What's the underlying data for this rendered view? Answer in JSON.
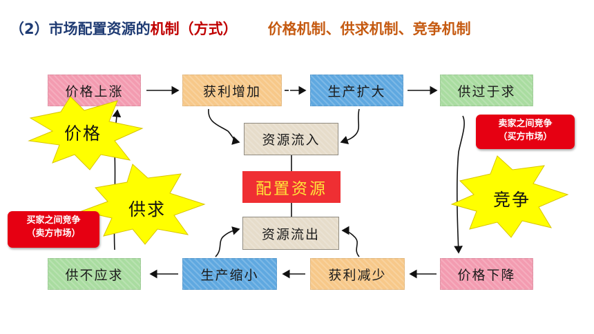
{
  "heading": {
    "main": "（2）市场配置资源的",
    "key": "机制",
    "paren": "（方式）",
    "types": "价格机制、供求机制、竞争机制"
  },
  "top_row": [
    "价格上涨",
    "获利增加",
    "生产扩大",
    "供过于求"
  ],
  "bottom_row": [
    "供不应求",
    "生产缩小",
    "获利减少",
    "价格下降"
  ],
  "center": {
    "inflow": "资源流入",
    "allocate": "配置资源",
    "outflow": "资源流出"
  },
  "stars": {
    "price": "价格",
    "supply_demand": "供求",
    "competition": "竞争"
  },
  "callouts": {
    "right": {
      "line1": "卖家之间竞争",
      "line2": "（买方市场）"
    },
    "left": {
      "line1": "买家之间竞争",
      "line2": "（卖方市场）"
    }
  },
  "colors": {
    "title_blue": "#1f3b73",
    "title_red": "#c00000",
    "title_orange": "#c55a11",
    "star_yellow": "#ffff00",
    "callout_red": "#e60012",
    "center_red": "#ef2f33"
  }
}
